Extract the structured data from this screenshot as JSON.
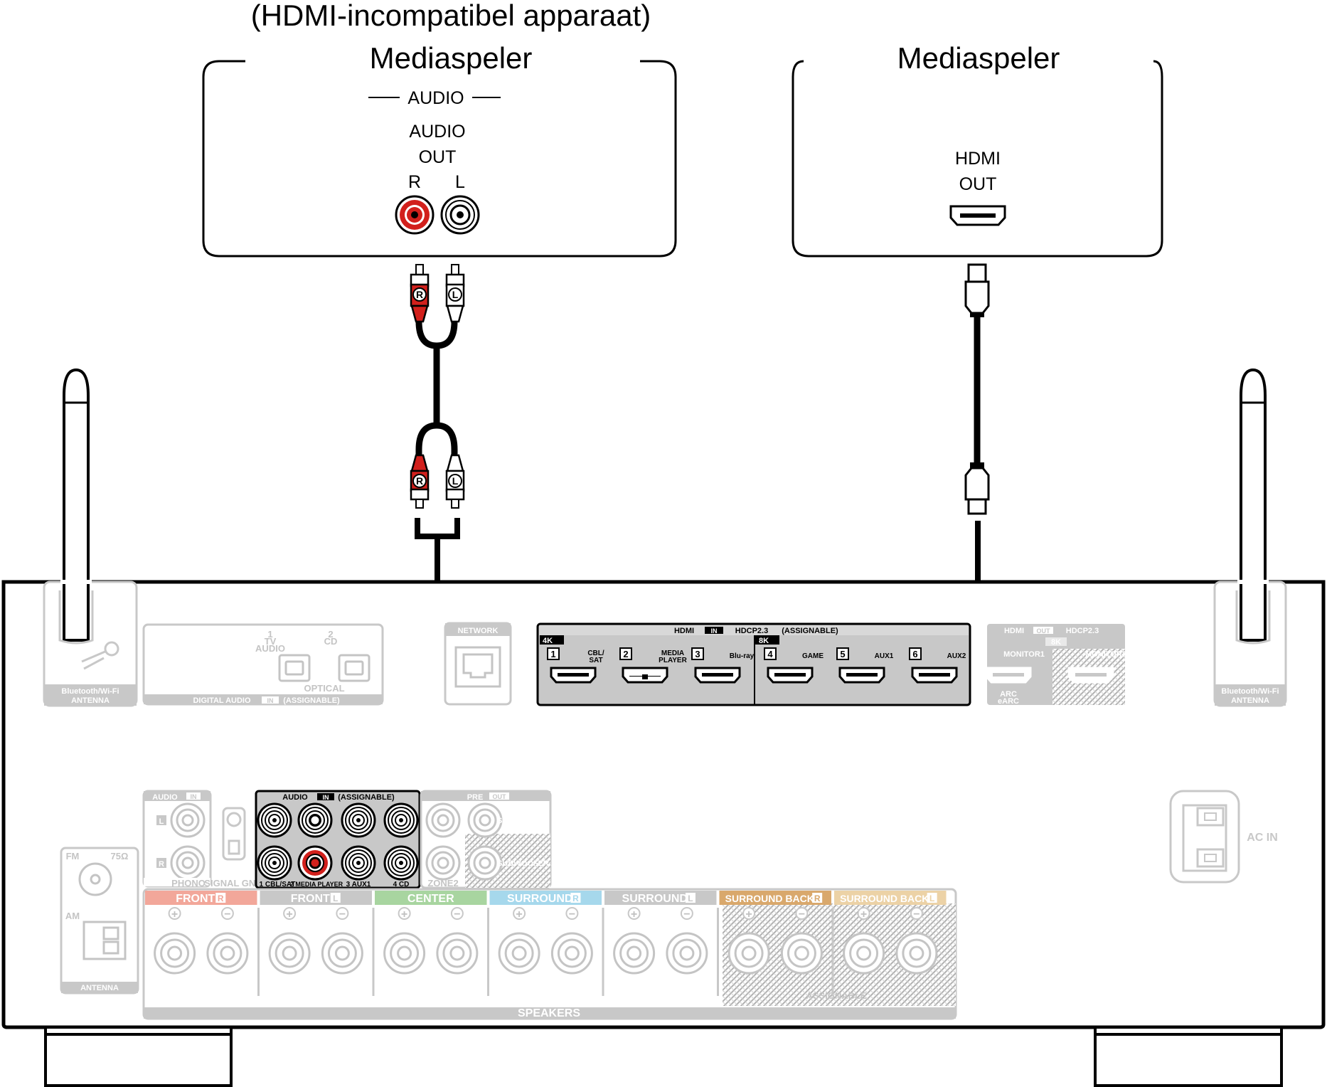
{
  "devices": {
    "left": {
      "note": "(HDMI-incompatibel apparaat)",
      "title": "Mediaspeler",
      "section": "AUDIO",
      "out_line1": "AUDIO",
      "out_line2": "OUT",
      "r": "R",
      "l": "L"
    },
    "right": {
      "title": "Mediaspeler",
      "out_line1": "HDMI",
      "out_line2": "OUT"
    }
  },
  "plugs": {
    "r": "R",
    "l": "L"
  },
  "receiver": {
    "bt_antenna": "Bluetooth/Wi-Fi",
    "bt_antenna2": "ANTENNA",
    "digital_audio": "DIGITAL AUDIO",
    "in_badge": "IN",
    "assignable": "(ASSIGNABLE)",
    "optical": "OPTICAL",
    "opt_1": "1",
    "opt_1_tv": "TV",
    "opt_1_audio": "AUDIO",
    "opt_2": "2",
    "opt_2_cd": "CD",
    "network": "NETWORK",
    "hdmi_in": {
      "label": "HDMI",
      "badge": "IN",
      "hdcp": "HDCP2.3",
      "assignable": "(ASSIGNABLE)",
      "tag_4k": "4K",
      "tag_8k": "8K",
      "ports": [
        {
          "num": "1",
          "name1": "CBL/",
          "name2": "SAT"
        },
        {
          "num": "2",
          "name1": "MEDIA",
          "name2": "PLAYER"
        },
        {
          "num": "3",
          "name1": "Blu-ray",
          "name2": ""
        },
        {
          "num": "4",
          "name1": "GAME",
          "name2": ""
        },
        {
          "num": "5",
          "name1": "AUX1",
          "name2": ""
        },
        {
          "num": "6",
          "name1": "AUX2",
          "name2": ""
        }
      ]
    },
    "hdmi_out": {
      "label": "HDMI",
      "badge": "OUT",
      "hdcp": "HDCP2.3",
      "tag_8k": "8K",
      "monitor1": "MONITOR1",
      "monitor2": "MONITOR2",
      "arc1": "ARC",
      "arc2": "eARC"
    },
    "audio_in_small": "AUDIO",
    "audio_in_badge": "IN",
    "phono": "PHONO",
    "signal_gnd": "SIGNAL GND",
    "audio_in": {
      "label": "AUDIO",
      "badge": "IN",
      "assignable": "(ASSIGNABLE)",
      "inputs": [
        "1 CBL/SAT",
        "2 MEDIA PLAYER",
        "3 AUX1",
        "4 CD"
      ]
    },
    "zone2": "ZONE2",
    "pre_out": "PRE",
    "pre_out_badge": "OUT",
    "subwoofer1": "SUBWOOFER 1",
    "subwoofer2": "SUBWOOFER 2",
    "fm": "FM",
    "ohm": "75Ω",
    "am": "AM",
    "antenna": "ANTENNA",
    "ac_in": "AC IN",
    "speakers_label": "SPEAKERS",
    "assignable_spk": "ASSIGNABLE",
    "ch_r": "R",
    "ch_l": "L",
    "speaker_groups": [
      {
        "name": "FRONT",
        "side": "R",
        "color": "#f2a79a"
      },
      {
        "name": "FRONT",
        "side": "L",
        "color": "#c8c8c8"
      },
      {
        "name": "CENTER",
        "side": "",
        "color": "#a8d5a0"
      },
      {
        "name": "SURROUND",
        "side": "R",
        "color": "#a6d8ec"
      },
      {
        "name": "SURROUND",
        "side": "L",
        "color": "#c8c8c8"
      },
      {
        "name": "SURROUND BACK",
        "side": "R",
        "color": "#d9a86c"
      },
      {
        "name": "SURROUND BACK",
        "side": "L",
        "color": "#ecd2a6"
      }
    ]
  },
  "colors": {
    "red": "#d2201c",
    "gray": "#c8c8c8",
    "black": "#000000",
    "panel": "#c8c8c8"
  }
}
